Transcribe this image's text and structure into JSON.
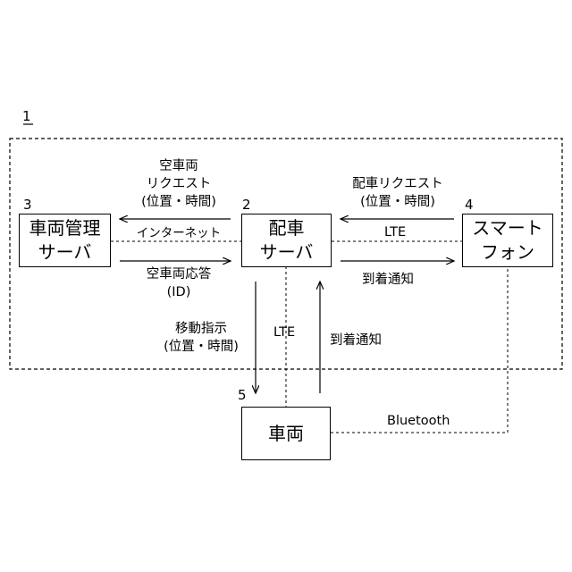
{
  "figure_number": "1",
  "nodes": {
    "vehicle_mgmt_server": {
      "number": "3",
      "line1": "車両管理",
      "line2": "サーバ"
    },
    "dispatch_server": {
      "number": "2",
      "line1": "配車",
      "line2": "サーバ"
    },
    "smartphone": {
      "number": "4",
      "line1": "スマート",
      "line2": "フォン"
    },
    "vehicle": {
      "number": "5",
      "label": "車両"
    }
  },
  "edges": {
    "vacant_request": {
      "line1": "空車両",
      "line2": "リクエスト",
      "line3": "(位置・時間)"
    },
    "internet": "インターネット",
    "vacant_response": {
      "line1": "空車両応答",
      "line2": "(ID)"
    },
    "dispatch_request": {
      "line1": "配車リクエスト",
      "line2": "(位置・時間)"
    },
    "lte_phone": "LTE",
    "arrival_phone": "到着通知",
    "move_instruction": {
      "line1": "移動指示",
      "line2": "(位置・時間)"
    },
    "lte_vehicle": "LTE",
    "arrival_vehicle": "到着通知",
    "bluetooth": "Bluetooth"
  }
}
